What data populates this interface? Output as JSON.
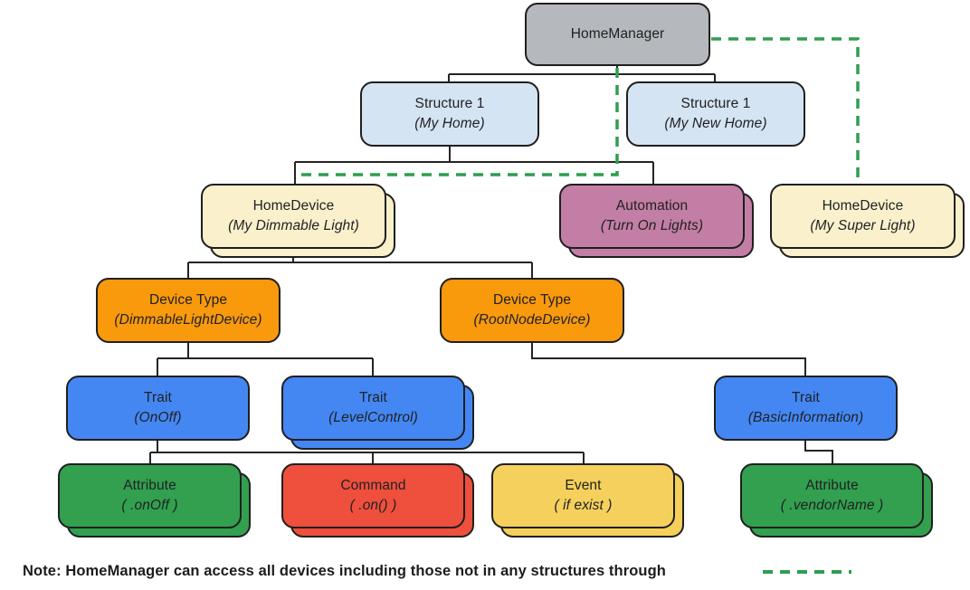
{
  "nodes": {
    "homemanager": {
      "title": "HomeManager",
      "subtitle": "",
      "fill": "#b5b9bd"
    },
    "structure_home": {
      "title": "Structure 1",
      "subtitle": "(My Home)",
      "fill": "#d5e4f3"
    },
    "structure_new": {
      "title": "Structure 1",
      "subtitle": "(My New Home)",
      "fill": "#d5e4f3"
    },
    "device_dimmable": {
      "title": "HomeDevice",
      "subtitle": "(My Dimmable Light)",
      "fill": "#faf0cb"
    },
    "automation": {
      "title": "Automation",
      "subtitle": "(Turn On Lights)",
      "fill": "#c37ea5"
    },
    "device_super": {
      "title": "HomeDevice",
      "subtitle": "(My Super Light)",
      "fill": "#faf0cb"
    },
    "type_dimmable": {
      "title": "Device Type",
      "subtitle": "(DimmableLightDevice)",
      "fill": "#f9990c"
    },
    "type_rootnode": {
      "title": "Device Type",
      "subtitle": "(RootNodeDevice)",
      "fill": "#f9990c"
    },
    "trait_onoff": {
      "title": "Trait",
      "subtitle": "(OnOff)",
      "fill": "#4487f2"
    },
    "trait_level": {
      "title": "Trait",
      "subtitle": "(LevelControl)",
      "fill": "#4487f2"
    },
    "trait_basic": {
      "title": "Trait",
      "subtitle": "(BasicInformation)",
      "fill": "#4487f2"
    },
    "attr_onoff": {
      "title": "Attribute",
      "subtitle": "( .onOff )",
      "fill": "#32a04f"
    },
    "command_on": {
      "title": "Command",
      "subtitle": "( .on() )",
      "fill": "#ef4f3d"
    },
    "event_ifexist": {
      "title": "Event",
      "subtitle": "( if exist )",
      "fill": "#f6d05c"
    },
    "attr_vendorname": {
      "title": "Attribute",
      "subtitle": "( .vendorName )",
      "fill": "#32a04f"
    }
  },
  "note": {
    "text": "Note: HomeManager can access all devices including those not in any structures through"
  },
  "colors": {
    "connector_line": "#242424",
    "dashed_access_line": "#2f9e50",
    "node_border": "#1f1f1f",
    "text": "#202124"
  }
}
